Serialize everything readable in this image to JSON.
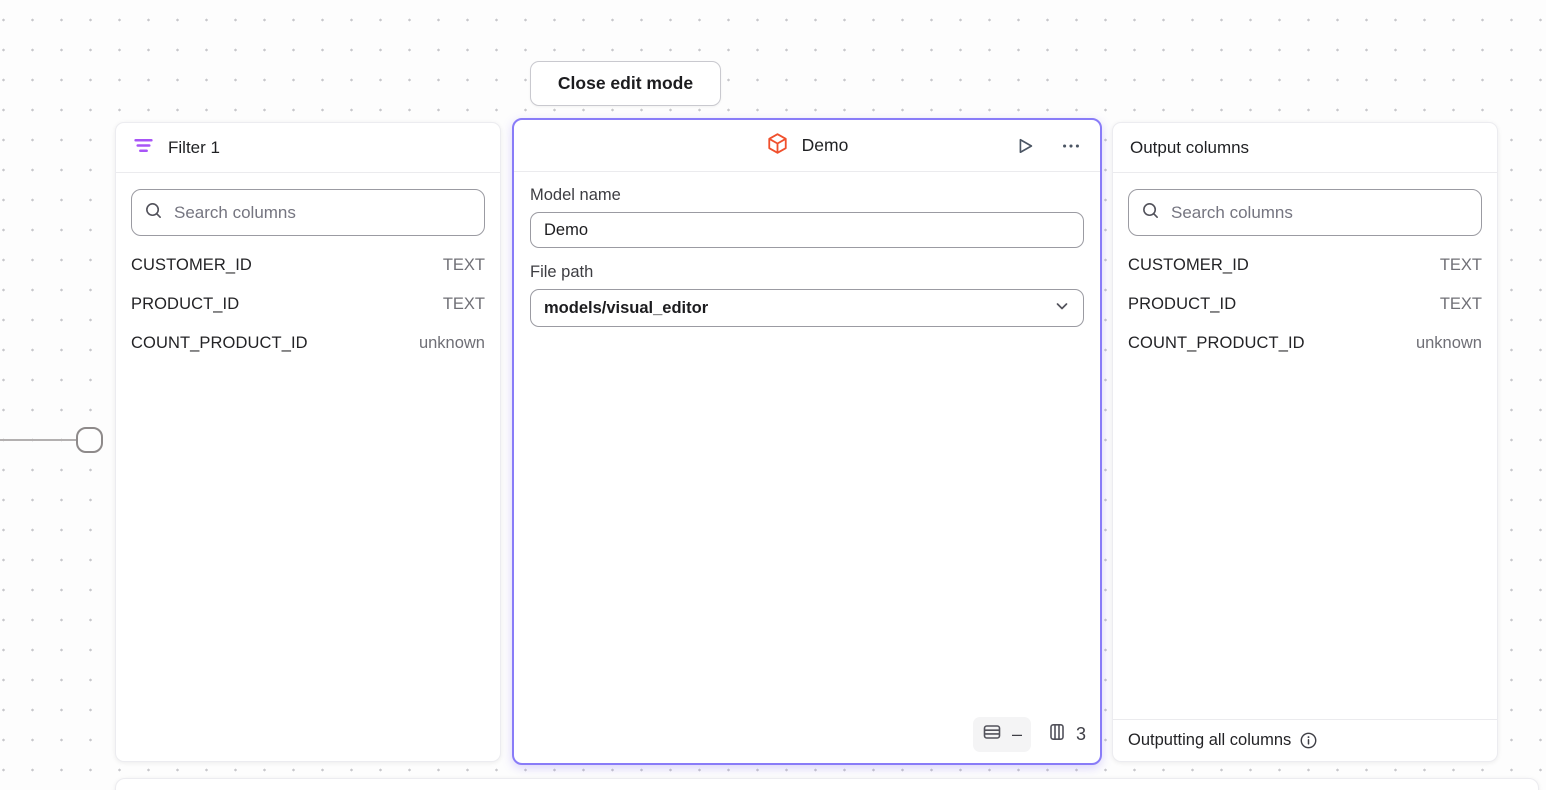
{
  "toolbar": {
    "close_button_label": "Close edit mode"
  },
  "filter_panel": {
    "title": "Filter 1",
    "search_placeholder": "Search columns",
    "columns": [
      {
        "name": "CUSTOMER_ID",
        "type": "TEXT"
      },
      {
        "name": "PRODUCT_ID",
        "type": "TEXT"
      },
      {
        "name": "COUNT_PRODUCT_ID",
        "type": "unknown"
      }
    ]
  },
  "model_panel": {
    "title": "Demo",
    "model_name_label": "Model name",
    "model_name_value": "Demo",
    "file_path_label": "File path",
    "file_path_value": "models/visual_editor",
    "rows_value": "–",
    "columns_value": "3"
  },
  "output_panel": {
    "title": "Output columns",
    "search_placeholder": "Search columns",
    "columns": [
      {
        "name": "CUSTOMER_ID",
        "type": "TEXT"
      },
      {
        "name": "PRODUCT_ID",
        "type": "TEXT"
      },
      {
        "name": "COUNT_PRODUCT_ID",
        "type": "unknown"
      }
    ],
    "footer_text": "Outputting all columns"
  },
  "colors": {
    "selection_purple": "#897cf8",
    "filter_icon_purple": "#a855f7",
    "model_icon_orange": "#f0502d"
  }
}
